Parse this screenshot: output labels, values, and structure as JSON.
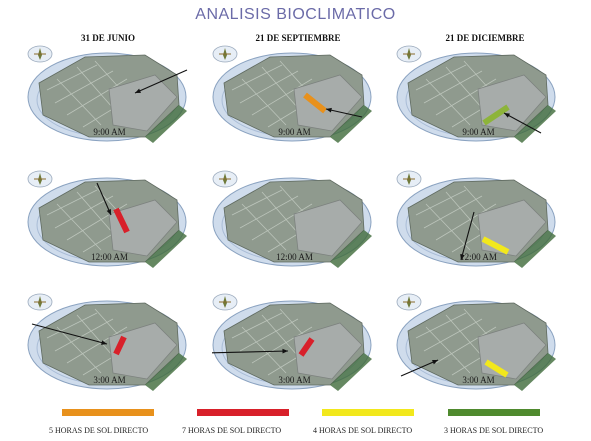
{
  "title": "ANALISIS BIOCLIMATICO",
  "columns": [
    "31 DE JUNIO",
    "21 DE SEPTIEMBRE",
    "21 DE DICIEMBRE"
  ],
  "rows": [
    {
      "time": "9:00 AM"
    },
    {
      "time": "12:00 AM"
    },
    {
      "time": "3:00 AM"
    }
  ],
  "marks": {
    "r0c0": {
      "color": null,
      "arrow": true
    },
    "r0c1": {
      "color": "#e8911c",
      "arrow": true
    },
    "r0c2": {
      "color": "#8db43a",
      "arrow": true
    },
    "r1c0": {
      "color": "#d8202a",
      "arrow": true
    },
    "r1c1": {
      "color": null,
      "arrow": false
    },
    "r1c2": {
      "color": "#f2e81c",
      "arrow": true
    },
    "r2c0": {
      "color": "#d8202a",
      "arrow": true
    },
    "r2c1": {
      "color": "#d8202a",
      "arrow": true
    },
    "r2c2": {
      "color": "#f2e81c",
      "arrow": true
    }
  },
  "legend": [
    {
      "color": "#e8911c",
      "label": "5 HORAS DE SOL DIRECTO"
    },
    {
      "color": "#d8202a",
      "label": "7 HORAS DE SOL DIRECTO"
    },
    {
      "color": "#f2e81c",
      "label": "4 HORAS DE SOL DIRECTO"
    },
    {
      "color": "#4f8a2e",
      "label": "3 HORAS DE SOL DIRECTO"
    }
  ]
}
